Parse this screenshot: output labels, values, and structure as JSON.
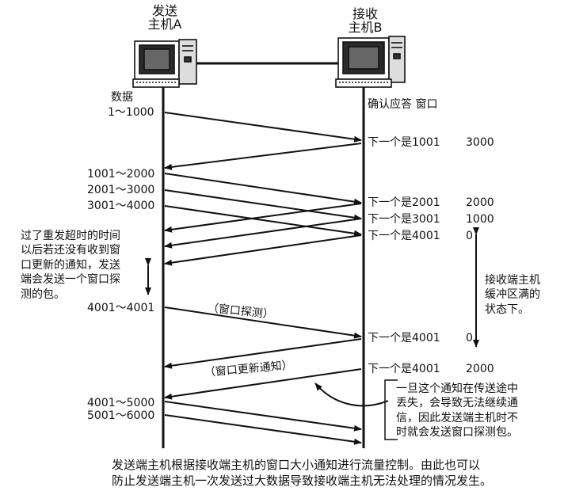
{
  "hostA": {
    "line1": "发送",
    "line2": "主机A"
  },
  "hostB": {
    "line1": "接收",
    "line2": "主机B"
  },
  "left_header": "数据",
  "right_header": "确认应答 窗口",
  "sends": [
    "1～1000",
    "1001～2000",
    "2001～3000",
    "3001～4000",
    "4001～4001",
    "4001～5000",
    "5001～6000"
  ],
  "acks": [
    {
      "ack": "下一个是1001",
      "win": "3000"
    },
    {
      "ack": "下一个是2001",
      "win": "2000"
    },
    {
      "ack": "下一个是3001",
      "win": "1000"
    },
    {
      "ack": "下一个是4001",
      "win": "0"
    },
    {
      "ack": "下一个是4001",
      "win": "0"
    },
    {
      "ack": "下一个是4001",
      "win": "2000"
    }
  ],
  "probe_label": "（窗口探测）",
  "update_label": "（窗口更新通知）",
  "left_note": "过了重发超时的时间\n以后若还没有收到窗\n口更新的通知，发送\n端会发送一个窗口探\n测的包。",
  "right_note": "接收端主机\n缓冲区满的\n状态下。",
  "loss_note": "一旦这个通知在传送途中\n丢失，会导致无法继续通\n信，因此发送端主机时不\n时就会发送窗口探测包。",
  "caption": {
    "line1": "发送端主机根据接收端主机的窗口大小通知进行流量控制。由此也可以",
    "line2": "防止发送端主机一次发送过大数据导致接收端主机无法处理的情况发生。"
  }
}
